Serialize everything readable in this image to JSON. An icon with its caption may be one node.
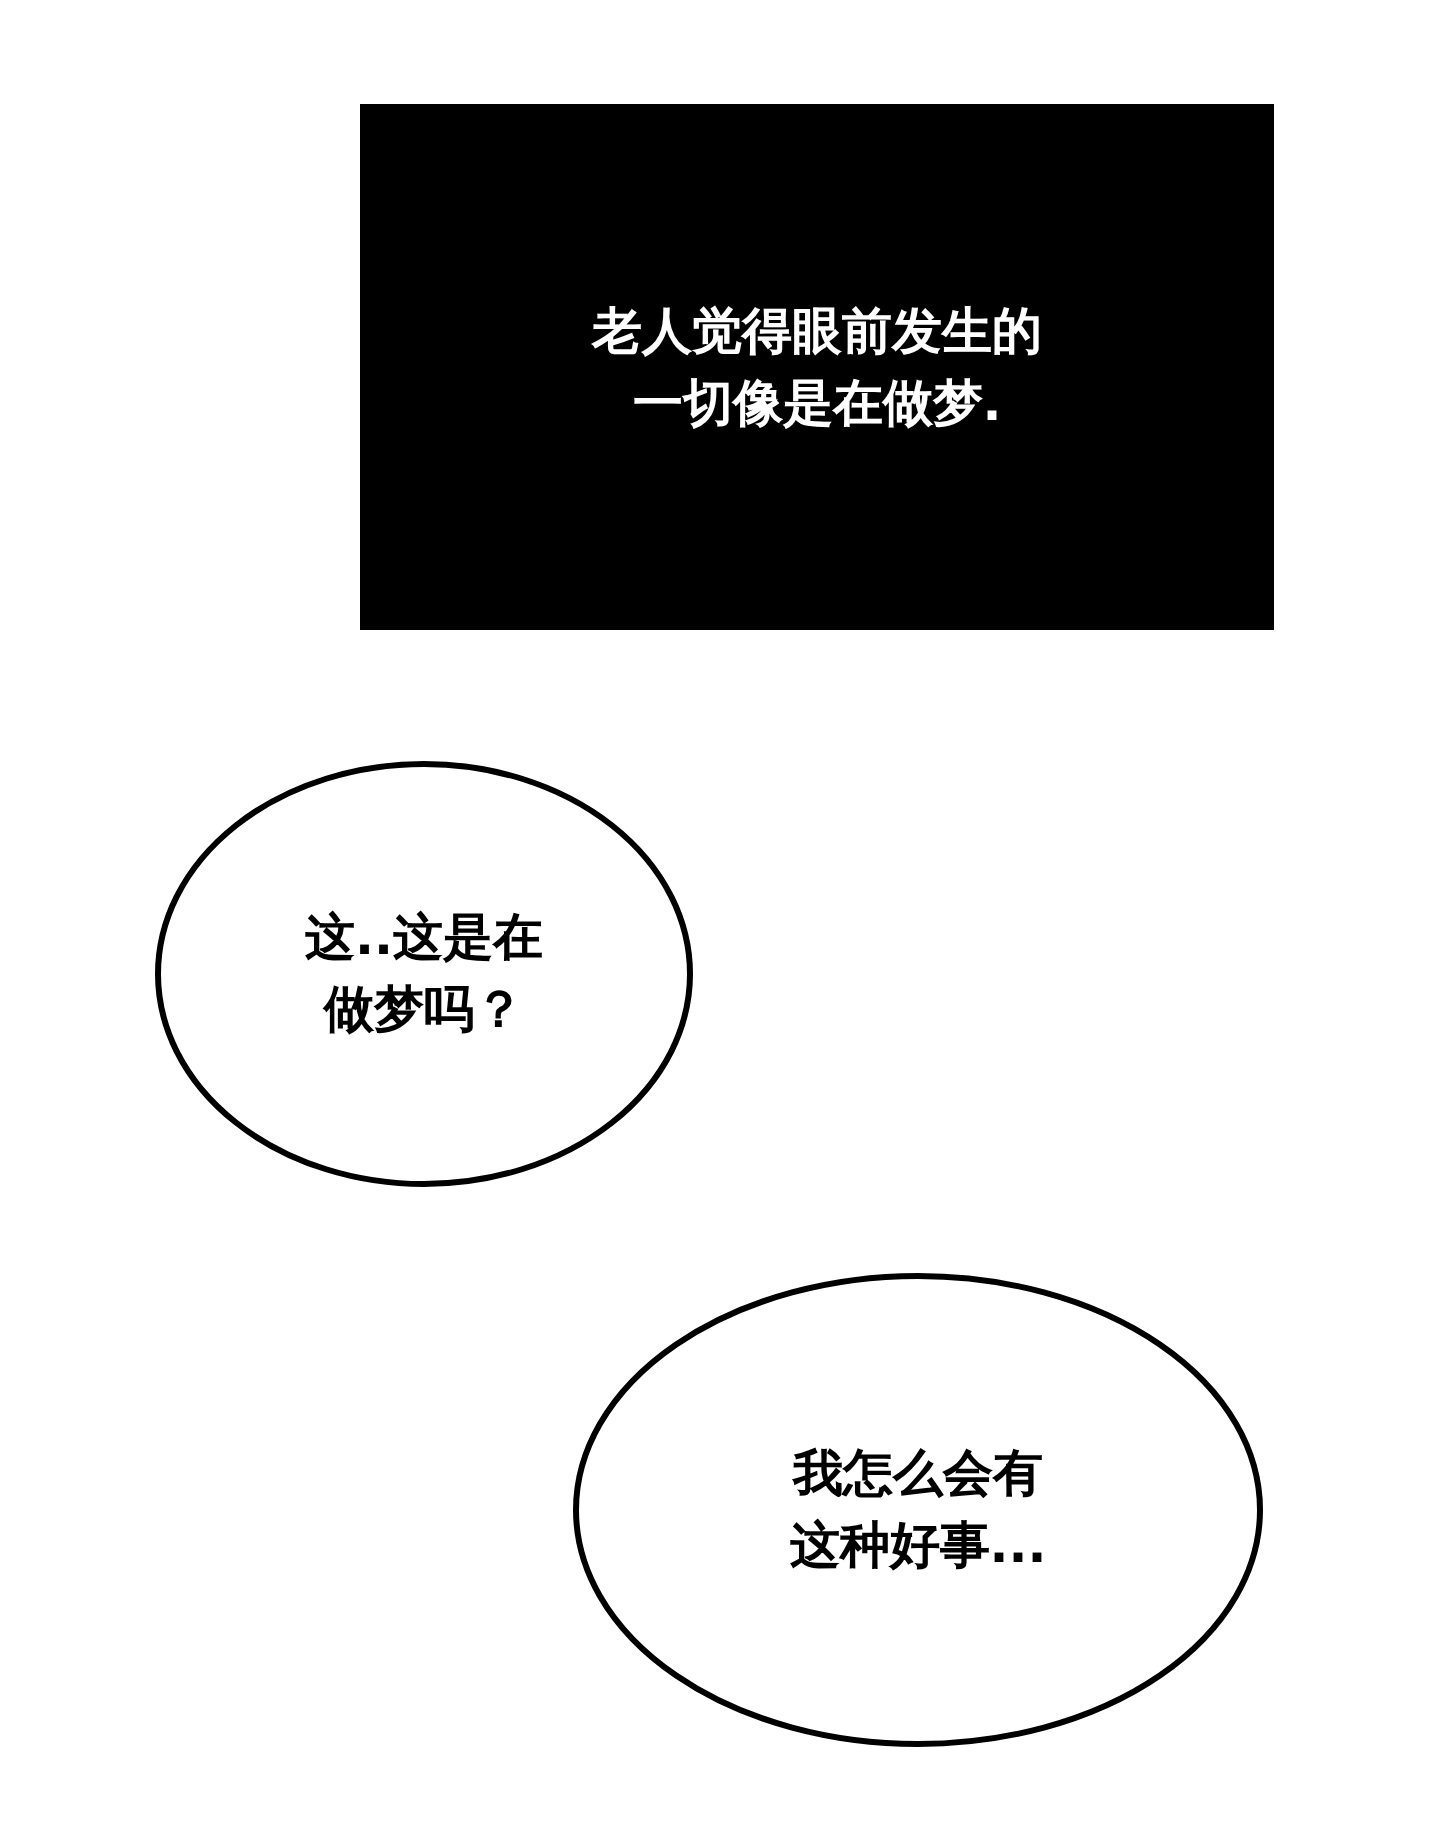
{
  "diagram": {
    "nodes": [
      {
        "text": [
          "老人觉得眼前发生的一切像是在做梦."
        ]
      },
      {
        "text": [
          "这..这是在做梦吗？"
        ]
      },
      {
        "text": [
          "我怎么会有这种好事..."
        ]
      }
    ]
  }
}
